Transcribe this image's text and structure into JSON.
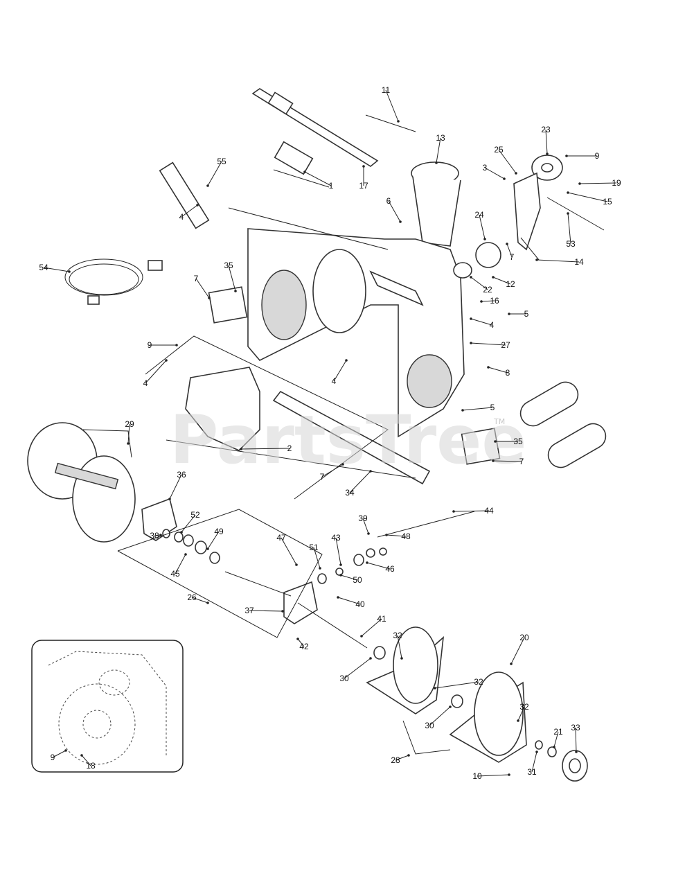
{
  "watermark": {
    "brand": "PartsTree",
    "trademark": "TM"
  },
  "callouts": [
    {
      "id": "c11",
      "label": "11"
    },
    {
      "id": "c13",
      "label": "13"
    },
    {
      "id": "c23",
      "label": "23"
    },
    {
      "id": "c9a",
      "label": "9"
    },
    {
      "id": "c25",
      "label": "25"
    },
    {
      "id": "c3",
      "label": "3"
    },
    {
      "id": "c19",
      "label": "19"
    },
    {
      "id": "c15",
      "label": "15"
    },
    {
      "id": "c55",
      "label": "55"
    },
    {
      "id": "c1",
      "label": "1"
    },
    {
      "id": "c17",
      "label": "17"
    },
    {
      "id": "c6",
      "label": "6"
    },
    {
      "id": "c24",
      "label": "24"
    },
    {
      "id": "c53",
      "label": "53"
    },
    {
      "id": "c4a",
      "label": "4"
    },
    {
      "id": "c7a",
      "label": "7"
    },
    {
      "id": "c14",
      "label": "14"
    },
    {
      "id": "c54",
      "label": "54"
    },
    {
      "id": "c35a",
      "label": "35"
    },
    {
      "id": "c12",
      "label": "12"
    },
    {
      "id": "c7b",
      "label": "7"
    },
    {
      "id": "c22",
      "label": "22"
    },
    {
      "id": "c16",
      "label": "16"
    },
    {
      "id": "c5a",
      "label": "5"
    },
    {
      "id": "c4b",
      "label": "4"
    },
    {
      "id": "c9b",
      "label": "9"
    },
    {
      "id": "c27",
      "label": "27"
    },
    {
      "id": "c4c",
      "label": "4"
    },
    {
      "id": "c8",
      "label": "8"
    },
    {
      "id": "c4d",
      "label": "4"
    },
    {
      "id": "c5b",
      "label": "5"
    },
    {
      "id": "c29",
      "label": "29"
    },
    {
      "id": "c35b",
      "label": "35"
    },
    {
      "id": "c2",
      "label": "2"
    },
    {
      "id": "c7c",
      "label": "7"
    },
    {
      "id": "c7d",
      "label": "7"
    },
    {
      "id": "c36",
      "label": "36"
    },
    {
      "id": "c34",
      "label": "34"
    },
    {
      "id": "c44",
      "label": "44"
    },
    {
      "id": "c52",
      "label": "52"
    },
    {
      "id": "c49",
      "label": "49"
    },
    {
      "id": "c39",
      "label": "39"
    },
    {
      "id": "c47",
      "label": "47"
    },
    {
      "id": "c43",
      "label": "43"
    },
    {
      "id": "c38",
      "label": "38"
    },
    {
      "id": "c45",
      "label": "45"
    },
    {
      "id": "c51",
      "label": "51"
    },
    {
      "id": "c48",
      "label": "48"
    },
    {
      "id": "c46",
      "label": "46"
    },
    {
      "id": "c50",
      "label": "50"
    },
    {
      "id": "c26",
      "label": "26"
    },
    {
      "id": "c40",
      "label": "40"
    },
    {
      "id": "c37",
      "label": "37"
    },
    {
      "id": "c41",
      "label": "41"
    },
    {
      "id": "c42",
      "label": "42"
    },
    {
      "id": "c32a",
      "label": "32"
    },
    {
      "id": "c20",
      "label": "20"
    },
    {
      "id": "c30a",
      "label": "30"
    },
    {
      "id": "c32b",
      "label": "32"
    },
    {
      "id": "c30b",
      "label": "30"
    },
    {
      "id": "c32c",
      "label": "32"
    },
    {
      "id": "c21",
      "label": "21"
    },
    {
      "id": "c33",
      "label": "33"
    },
    {
      "id": "c9c",
      "label": "9"
    },
    {
      "id": "c18",
      "label": "18"
    },
    {
      "id": "c28",
      "label": "28"
    },
    {
      "id": "c31",
      "label": "31"
    },
    {
      "id": "c10",
      "label": "10"
    }
  ]
}
